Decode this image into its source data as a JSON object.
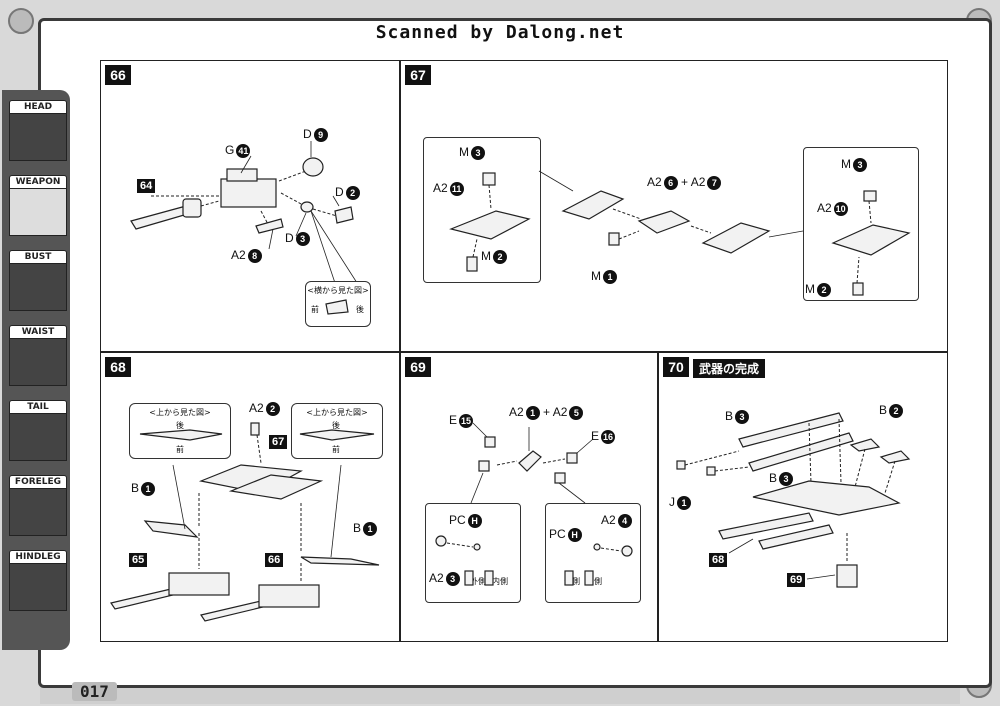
{
  "banner": "Scanned by Dalong.net",
  "page_number": "017",
  "sidebar": {
    "items": [
      {
        "label": "HEAD"
      },
      {
        "label": "WEAPON"
      },
      {
        "label": "BUST"
      },
      {
        "label": "WAIST"
      },
      {
        "label": "TAIL"
      },
      {
        "label": "FORELEG"
      },
      {
        "label": "HINDLEG"
      }
    ]
  },
  "steps": {
    "s66": {
      "number": "66",
      "labels": {
        "g": "G",
        "g_n": "41",
        "d9": "D",
        "d9_n": "9",
        "d2": "D",
        "d2_n": "2",
        "d3": "D",
        "d3_n": "3",
        "a2": "A2",
        "a2_n": "8",
        "ref": "64"
      },
      "callout": {
        "title": "<横から見た図>",
        "front": "前",
        "back": "後"
      }
    },
    "s67": {
      "number": "67",
      "labels": {
        "m3a": "M",
        "m3a_n": "3",
        "a2_11": "A2",
        "a2_11_n": "11",
        "m2a": "M",
        "m2a_n": "2",
        "a2_6": "A2",
        "a2_6_n": "6",
        "plus": "+",
        "a2_7": "A2",
        "a2_7_n": "7",
        "m1": "M",
        "m1_n": "1",
        "m3b": "M",
        "m3b_n": "3",
        "a2_10": "A2",
        "a2_10_n": "10",
        "m2b": "M",
        "m2b_n": "2"
      }
    },
    "s68": {
      "number": "68",
      "labels": {
        "a2": "A2",
        "a2_n": "2",
        "ref67": "67",
        "b1a": "B",
        "b1a_n": "1",
        "b1b": "B",
        "b1b_n": "1",
        "ref65": "65",
        "ref66": "66"
      },
      "callout_left": {
        "title": "<上から見た図>",
        "back": "後",
        "front": "前"
      },
      "callout_right": {
        "title": "<上から見た図>",
        "back": "後",
        "front": "前"
      }
    },
    "s69": {
      "number": "69",
      "labels": {
        "e15": "E",
        "e15_n": "15",
        "a2_1": "A2",
        "a2_1_n": "1",
        "plus": "+",
        "a2_5": "A2",
        "a2_5_n": "5",
        "e16": "E",
        "e16_n": "16",
        "pch_l": "PC",
        "pch_l_n": "H",
        "a2_3": "A2",
        "a2_3_n": "3",
        "pch_r": "PC",
        "pch_r_n": "H",
        "a2_4": "A2",
        "a2_4_n": "4"
      },
      "legend_left": {
        "outer": "外側",
        "inner": "内側"
      },
      "legend_right": {
        "outer": "外側",
        "inner": "内側"
      }
    },
    "s70": {
      "number": "70",
      "title": "武器の完成",
      "labels": {
        "b3a": "B",
        "b3a_n": "3",
        "b2": "B",
        "b2_n": "2",
        "b3b": "B",
        "b3b_n": "3",
        "j": "J",
        "j_n": "1",
        "ref68": "68",
        "ref69": "69"
      }
    }
  }
}
